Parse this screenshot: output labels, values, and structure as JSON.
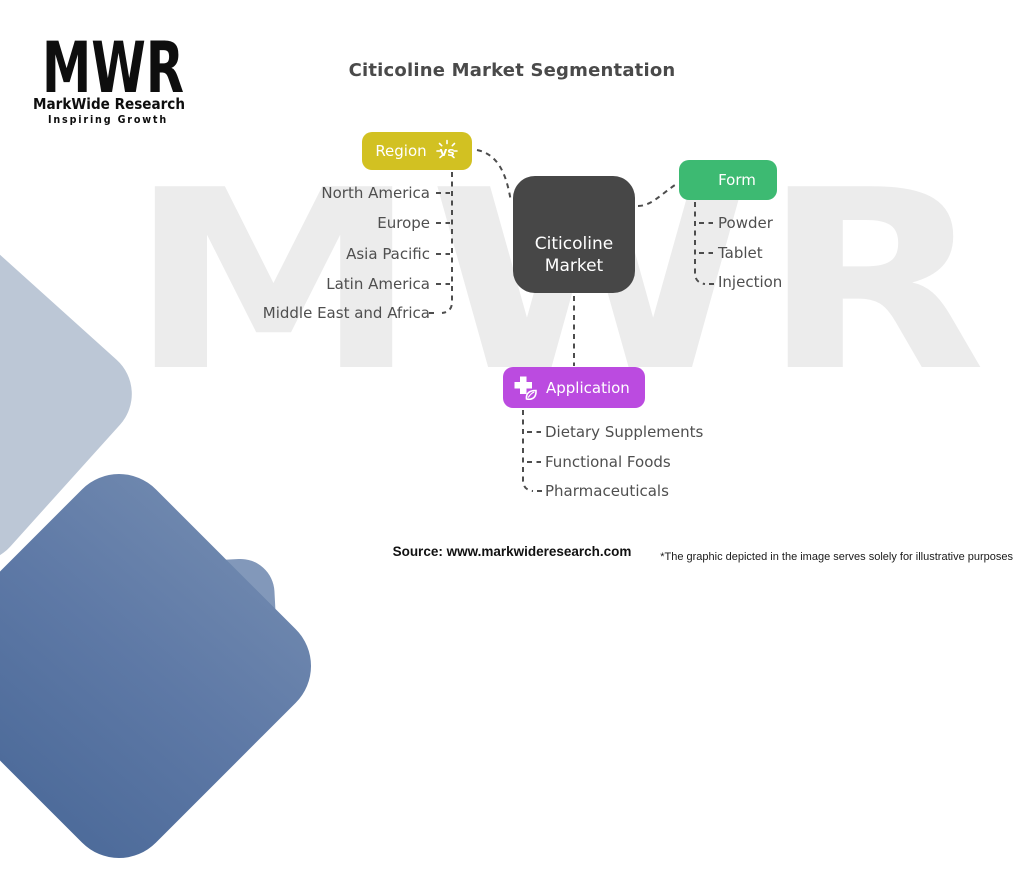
{
  "header": {
    "title": "Citicoline Market Segmentation"
  },
  "brand": {
    "logo": "MWR",
    "name": "MarkWide Research",
    "tagline": "Inspiring Growth"
  },
  "watermark": "MWR",
  "diagram": {
    "center": {
      "label_line1": "Citicoline",
      "label_line2": "Market"
    },
    "region": {
      "label": "Region",
      "icon": "vs-sparkle",
      "icon_text": "vs",
      "color": "#d2c122",
      "items": [
        "North America",
        "Europe",
        "Asia Pacific",
        "Latin America",
        "Middle East and Africa"
      ]
    },
    "form": {
      "label": "Form",
      "color": "#3dba72",
      "items": [
        "Powder",
        "Tablet",
        "Injection"
      ]
    },
    "application": {
      "label": "Application",
      "icon": "health-cross-leaf",
      "color": "#bb4be0",
      "items": [
        "Dietary Supplements",
        "Functional Foods",
        "Pharmaceuticals"
      ]
    }
  },
  "footer": {
    "source": "Source: www.markwideresearch.com",
    "disclaimer": "*The graphic depicted in the image serves solely for illustrative purposes"
  },
  "colors": {
    "node_dark": "#474747",
    "label_text": "#4f4f4f",
    "title_text": "#4a4a4a",
    "region_yellow": "#d2c122",
    "form_green": "#3dba72",
    "application_purple": "#bb4be0",
    "shape_light_blue": "#bcc7d6",
    "shape_dark_blue": "#5e79a6",
    "watermark_gray": "#ececec"
  }
}
